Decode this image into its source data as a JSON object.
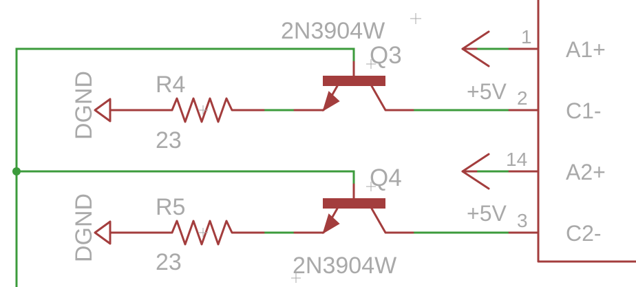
{
  "colors": {
    "net_wire": "#3c9b3c",
    "component": "#a33d3d",
    "text": "#a9a9a9",
    "background": "#ffffff"
  },
  "transistors": [
    {
      "name": "Q3",
      "value": "2N3904W"
    },
    {
      "name": "Q4",
      "value": "2N3904W"
    }
  ],
  "resistors": [
    {
      "name": "R4",
      "value": "23"
    },
    {
      "name": "R5",
      "value": "23"
    }
  ],
  "ground_symbols": [
    {
      "label": "DGND"
    },
    {
      "label": "DGND"
    }
  ],
  "supply_symbols": [
    {
      "label": "+5V"
    },
    {
      "label": "+5V"
    }
  ],
  "connector": {
    "pins": [
      {
        "number": "1",
        "name": "A1+"
      },
      {
        "number": "2",
        "name": "C1-"
      },
      {
        "number": "14",
        "name": "A2+"
      },
      {
        "number": "3",
        "name": "C2-"
      }
    ]
  }
}
